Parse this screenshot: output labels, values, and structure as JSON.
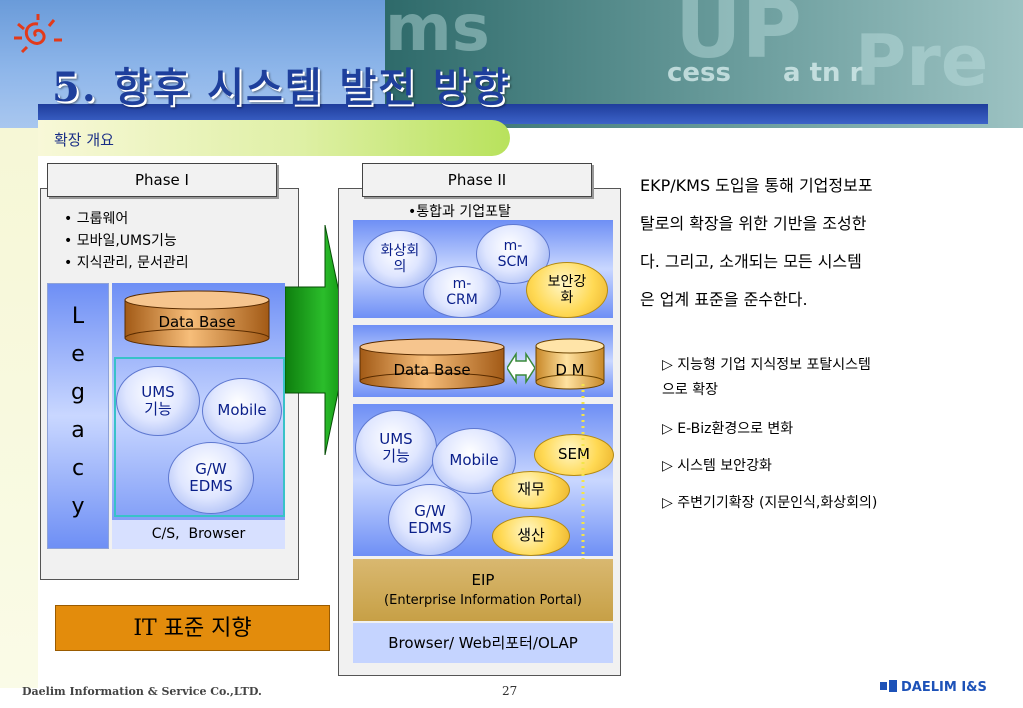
{
  "header": {
    "title": "5. 향후 시스템 발전 방향",
    "watermark": [
      "ms",
      "UP",
      "cess",
      "a tn r",
      "Pre"
    ]
  },
  "subtitle": "확장 개요",
  "phase1": {
    "label": "Phase I",
    "items": [
      "• 그룹웨어",
      "• 모바일,UMS기능",
      "• 지식관리, 문서관리"
    ],
    "legacy_letters": [
      "L",
      "e",
      "g",
      "a",
      "c",
      "y"
    ],
    "database": "Data Base",
    "ums": "UMS\n기능",
    "mobile": "Mobile",
    "gw": "G/W\nEDMS",
    "cs_browser": "C/S,  Browser"
  },
  "it_standard": "IT 표준 지향",
  "phase2": {
    "label": "Phase II",
    "portal_title": "•통합과 기업포탈",
    "hwasang": "화상회\n의",
    "mscm": "m-\nSCM",
    "mcrm": "m-\nCRM",
    "security": "보안강\n화",
    "database": "Data Base",
    "dm": "D M",
    "ums": "UMS\n기능",
    "mobile": "Mobile",
    "sem": "SEM",
    "finance": "재무",
    "gw": "G/W\nEDMS",
    "production": "생산",
    "eip": "EIP",
    "eip_full": "(Enterprise Information Portal)",
    "browser": "Browser/ Web리포터/OLAP"
  },
  "description": {
    "lines": [
      "EKP/KMS 도입을 통해 기업정보포",
      "탈로의 확장을 위한 기반을 조성한",
      "다. 그리고, 소개되는 모든 시스템",
      "은 업계 표준을 준수한다."
    ],
    "bullets": [
      "▷ 지능형 기업 지식정보 포탈시스템",
      "으로 확장",
      "▷ E-Biz환경으로 변화",
      "▷ 시스템 보안강화",
      "▷ 주변기기확장 (지문인식,화상회의)"
    ]
  },
  "footer": {
    "company": "Daelim Information & Service Co.,LTD.",
    "page": "27",
    "logo": "DAELIM I&S"
  },
  "colors": {
    "title": "#1e3f9c",
    "accent_orange": "#e38c0c",
    "accent_green": "#1aa21a",
    "blue_band": "#6e8ff5"
  }
}
